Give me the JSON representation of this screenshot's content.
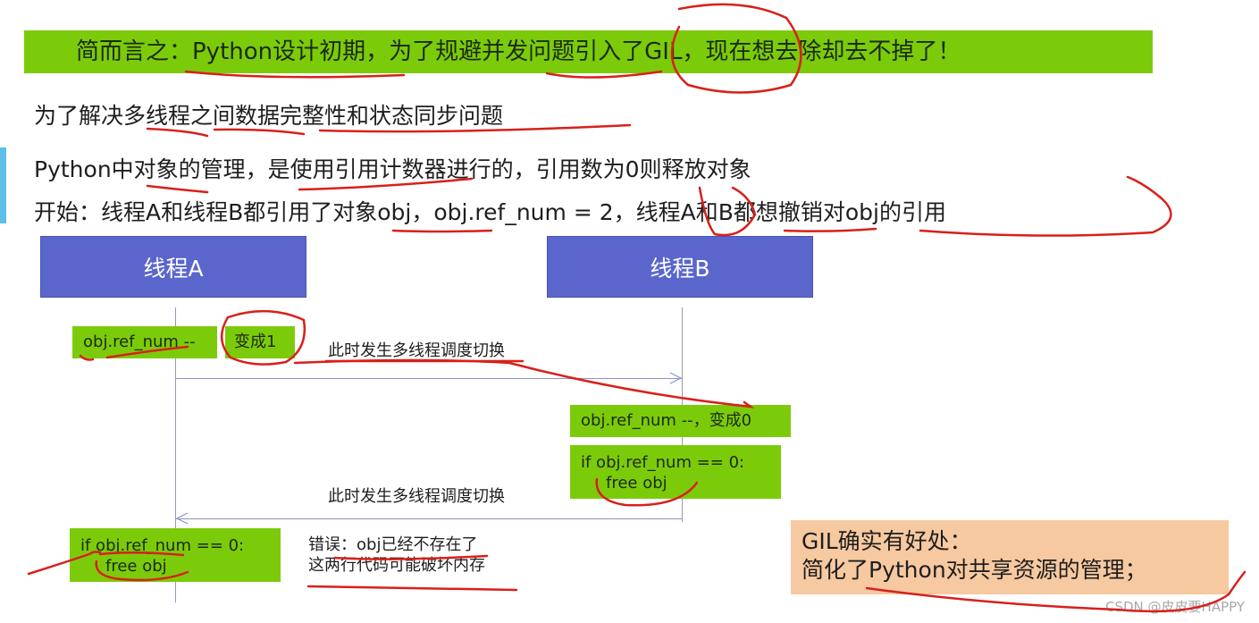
{
  "banner": {
    "text": "简而言之：Python设计初期，为了规避并发问题引入了GIL，现在想去除却去不掉了！",
    "bg_color": "#7ccb0a"
  },
  "lines": {
    "line1": "为了解决多线程之间数据完整性和状态同步问题",
    "line2": "Python中对象的管理，是使用引用计数器进行的，引用数为0则释放对象",
    "line3": "开始：线程A和线程B都引用了对象obj，obj.ref_num = 2，线程A和B都想撤销对obj的引用"
  },
  "threads": {
    "a": {
      "label": "线程A"
    },
    "b": {
      "label": "线程B"
    },
    "header_color": "#5b66cc"
  },
  "sequence": {
    "a_step1_code": "obj.ref_num --",
    "a_step1_result": "变成1",
    "switch1_label": "此时发生多线程调度切换",
    "b_step1": "obj.ref_num --，变成0",
    "b_step2_line1": "if obj.ref_num == 0:",
    "b_step2_line2": "free obj",
    "switch2_label": "此时发生多线程调度切换",
    "a_step2_line1": "if obj.ref_num == 0:",
    "a_step2_line2": "free obj",
    "error_line1": "错误：obj已经不存在了",
    "error_line2": "这两行代码可能破坏内存"
  },
  "benefit": {
    "line1": "GIL确实有好处：",
    "line2": "简化了Python对共享资源的管理；",
    "bg_color": "#f7c9a0"
  },
  "watermark": "CSDN @皮皮要HAPPY",
  "annotation_color": "#d8201a"
}
